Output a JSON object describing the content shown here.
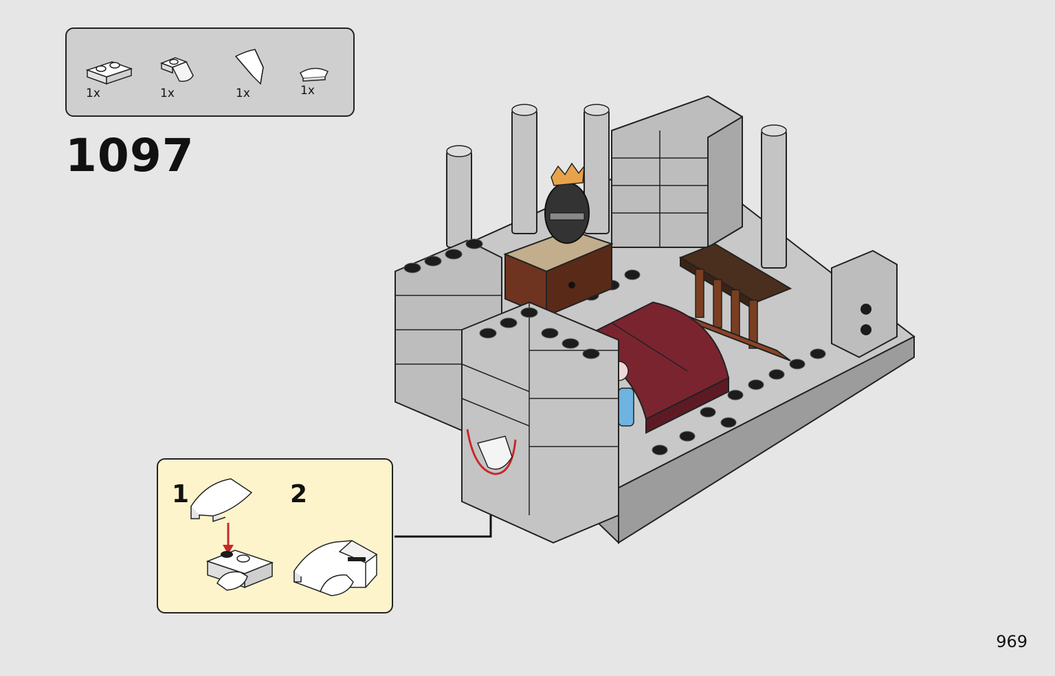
{
  "parts_list": [
    {
      "icon": "plate-1x2-icon",
      "qty": "1x"
    },
    {
      "icon": "wedge-plate-icon",
      "qty": "1x"
    },
    {
      "icon": "curved-slope-icon",
      "qty": "1x"
    },
    {
      "icon": "round-tile-quarter-icon",
      "qty": "1x"
    }
  ],
  "step": {
    "number": "1097"
  },
  "callout": {
    "sub_steps": [
      {
        "number": "1"
      },
      {
        "number": "2"
      }
    ]
  },
  "page": {
    "number": "969"
  },
  "colors": {
    "background": "#e6e6e6",
    "parts_box": "#cfcfcf",
    "callout_bg": "#fdf4cc",
    "brick_grey": "#b5b5b5",
    "bed_red": "#7a2430",
    "wood_brown": "#6e3420",
    "tan": "#c2ae8c",
    "highlight_red": "#c8282a"
  }
}
